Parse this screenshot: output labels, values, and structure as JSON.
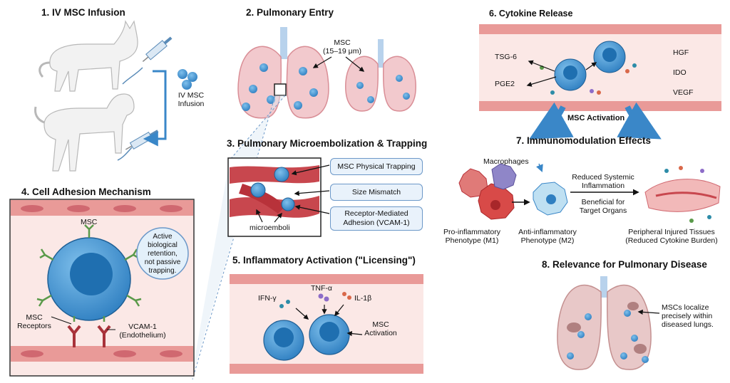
{
  "panels": {
    "p1": {
      "title": "1. IV MSC Infusion",
      "label_line1": "IV MSC",
      "label_line2": "Infusion"
    },
    "p2": {
      "title": "2.  Pulmonary Entry",
      "msc_line1": "MSC",
      "msc_line2": "(15–19 μm)"
    },
    "p3": {
      "title": "3. Pulmonary Microembolization & Trapping",
      "box1": "MSC Physical Trapping",
      "box2": "Size Mismatch",
      "box3_line1": "Receptor-Mediated",
      "box3_line2": "Adhesion (VCAM-1)",
      "microemboli": "microemboli"
    },
    "p4": {
      "title": "4. Cell Adhesion Mechanism",
      "msc": "MSC",
      "bubble_line1": "Active",
      "bubble_line2": "biological",
      "bubble_line3": "retention,",
      "bubble_line4": "not passive",
      "bubble_line5": "trapping.",
      "receptors_line1": "MSC",
      "receptors_line2": "Receptors",
      "vcam_line1": "VCAM-1",
      "vcam_line2": "(Endothelium)"
    },
    "p5": {
      "title": "5. Inflammatory Activation (\"Licensing\")",
      "ifn": "IFN-γ",
      "tnf": "TNF-α",
      "il": "IL-1β",
      "act_line1": "MSC",
      "act_line2": "Activation"
    },
    "p6": {
      "title": "6. Cytokine Release",
      "tsg": "TSG-6",
      "pge": "PGE2",
      "hgf": "HGF",
      "ido": "IDO",
      "vegf": "VEGF",
      "activation": "MSC Activation"
    },
    "p7": {
      "title": "7. Immunomodulation Effects",
      "macrophages": "Macrophages",
      "reduced_line1": "Reduced Systemic",
      "reduced_line2": "Inflammation",
      "beneficial_line1": "Beneficial for",
      "beneficial_line2": "Target Organs",
      "pro_line1": "Pro-inflammatory",
      "pro_line2": "Phenotype (M1)",
      "anti_line1": "Anti-inflammatory",
      "anti_line2": "Phenotype (M2)",
      "periph_line1": "Peripheral Injured Tissues",
      "periph_line2": "(Reduced Cytokine Burden)"
    },
    "p8": {
      "title": "8.  Relevance for Pulmonary Disease",
      "note_line1": "MSCs localize",
      "note_line2": "precisely within",
      "note_line3": "diseased lungs."
    }
  }
}
